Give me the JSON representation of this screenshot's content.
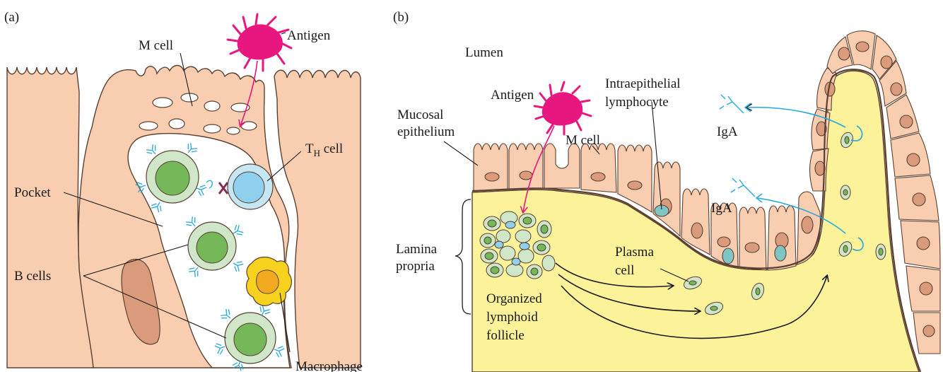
{
  "panel_a": {
    "letter": "(a)",
    "labels": {
      "m_cell": "M cell",
      "antigen": "Antigen",
      "th_cell_main": "T",
      "th_cell_sub": "H",
      "th_cell_suffix": " cell",
      "pocket": "Pocket",
      "b_cells": "B cells",
      "macrophage": "Macrophage"
    }
  },
  "panel_b": {
    "letter": "(b)",
    "labels": {
      "lumen": "Lumen",
      "antigen": "Antigen",
      "intraepithelial_line1": "Intraepithelial",
      "intraepithelial_line2": "lymphocyte",
      "mucosal_line1": "Mucosal",
      "mucosal_line2": "epithelium",
      "m_cell": "M cell",
      "iga_upper": "IgA",
      "iga_lower": "IgA",
      "lamina_line1": "Lamina",
      "lamina_line2": "propria",
      "plasma_line1": "Plasma",
      "plasma_line2": "cell",
      "follicle_line1": "Organized",
      "follicle_line2": "lymphoid",
      "follicle_line3": "follicle"
    }
  },
  "colors": {
    "epithelium": "#f9ceb0",
    "epithelium_stroke": "#5a4032",
    "nucleus": "#d99b7b",
    "lamina": "#fbf29a",
    "antigen": "#e8177f",
    "antibody": "#25a7dc",
    "bcell_outer": "#cfe6c8",
    "bcell_inner": "#74b85a",
    "thcell_outer": "#c5e7f4",
    "thcell_inner": "#8fd0ee",
    "macrophage": "#f6d11d",
    "macrophage_inner": "#f2a81f",
    "lymphocyte_teal": "#7ec6c4"
  }
}
